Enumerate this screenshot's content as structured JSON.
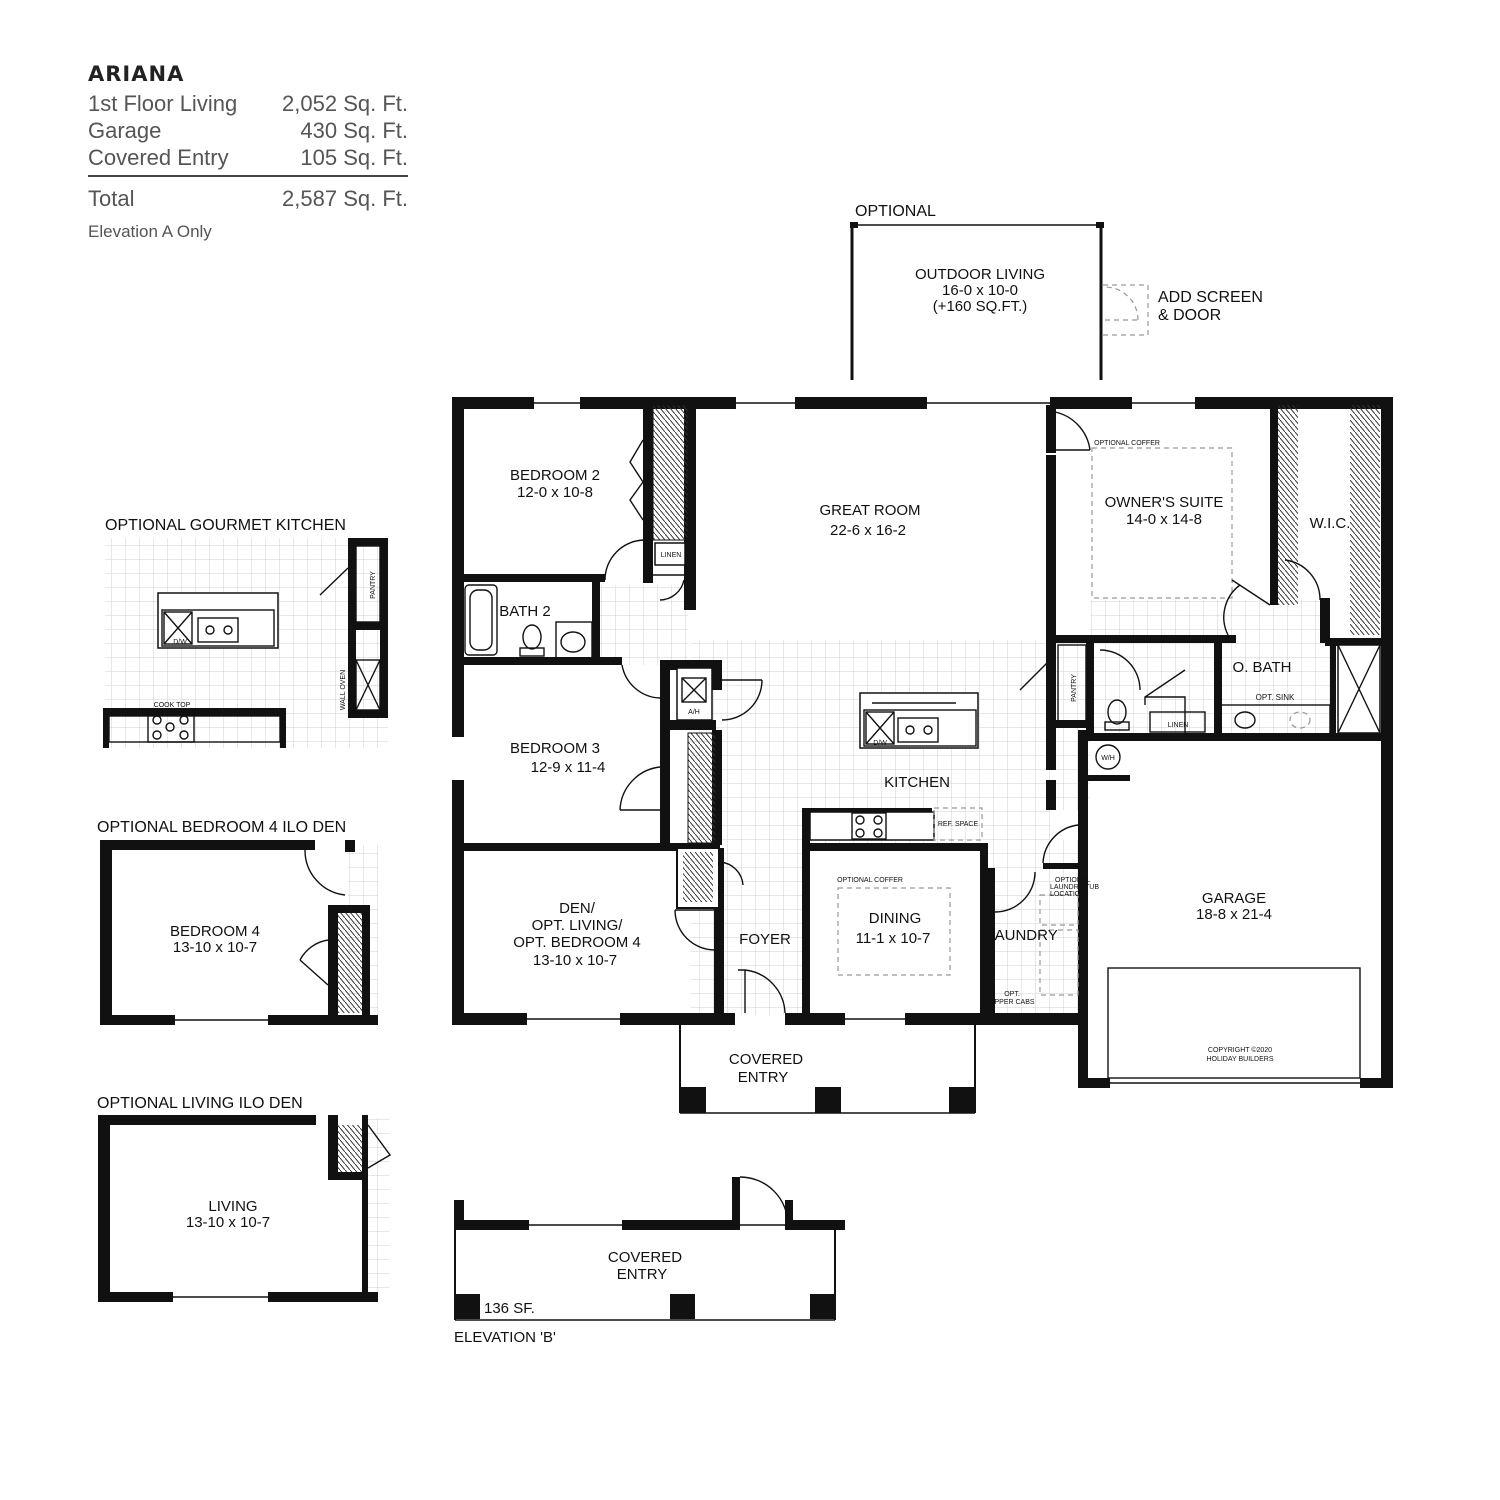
{
  "plan": {
    "name": "ARIANA",
    "areas": [
      {
        "label": "1st Floor Living",
        "value": "2,052 Sq. Ft."
      },
      {
        "label": "Garage",
        "value": "430 Sq. Ft."
      },
      {
        "label": "Covered Entry",
        "value": "105 Sq. Ft."
      }
    ],
    "total": {
      "label": "Total",
      "value": "2,587 Sq. Ft."
    },
    "note": "Elevation A Only"
  },
  "optional_outdoor": {
    "heading": "OPTIONAL",
    "name": "OUTDOOR LIVING",
    "dims": "16-0 x 10-0",
    "extra": "(+160 SQ.FT.)",
    "screen_line1": "ADD SCREEN",
    "screen_line2": "& DOOR"
  },
  "rooms": {
    "bedroom2": {
      "name": "BEDROOM 2",
      "dims": "12-0 x 10-8"
    },
    "great_room": {
      "name": "GREAT ROOM",
      "dims": "22-6 x 16-2"
    },
    "owners_suite": {
      "name": "OWNER'S SUITE",
      "dims": "14-0 x 14-8"
    },
    "wic": "W.I.C.",
    "bath2": "BATH 2",
    "obath": "O. BATH",
    "bedroom3": {
      "name": "BEDROOM 3",
      "dims": "12-9 x 11-4"
    },
    "kitchen": "KITCHEN",
    "den": {
      "line1": "DEN/",
      "line2": "OPT. LIVING/",
      "line3": "OPT. BEDROOM 4",
      "dims": "13-10 x 10-7"
    },
    "foyer": "FOYER",
    "dining": {
      "name": "DINING",
      "dims": "11-1 x 10-7"
    },
    "laundry": "LAUNDRY",
    "garage": {
      "name": "GARAGE",
      "dims": "18-8 x 21-4"
    },
    "covered_entry": {
      "line1": "COVERED",
      "line2": "ENTRY"
    }
  },
  "small_labels": {
    "linen": "LINEN",
    "linen2": "LINEN",
    "pantry": "PANTRY",
    "ah": "A/H",
    "wh": "W/H",
    "dw": "D/W",
    "ref_space": "REF. SPACE",
    "optional_coffer": "OPTIONAL COFFER",
    "optional_coffer2": "OPTIONAL COFFER",
    "opt_sink": "OPT. SINK",
    "laundry_tub1": "OPTIONAL",
    "laundry_tub2": "LAUNDRY TUB",
    "laundry_tub3": "LOCATION",
    "upper_cabs1": "OPT.",
    "upper_cabs2": "UPPER CABS",
    "copyright1": "COPYRIGHT ©2020",
    "copyright2": "HOLIDAY BUILDERS"
  },
  "gourmet_kitchen": {
    "title": "OPTIONAL GOURMET KITCHEN",
    "pantry": "PANTRY",
    "wall_oven": "WALL OVEN",
    "cook_top": "COOK TOP",
    "dw": "D/W"
  },
  "bedroom4_option": {
    "title": "OPTIONAL BEDROOM 4 ILO DEN",
    "name": "BEDROOM 4",
    "dims": "13-10 x 10-7"
  },
  "living_option": {
    "title": "OPTIONAL LIVING ILO DEN",
    "name": "LIVING",
    "dims": "13-10 x 10-7"
  },
  "elevation_b": {
    "line1": "COVERED",
    "line2": "ENTRY",
    "area": "136 SF.",
    "caption": "ELEVATION 'B'"
  }
}
